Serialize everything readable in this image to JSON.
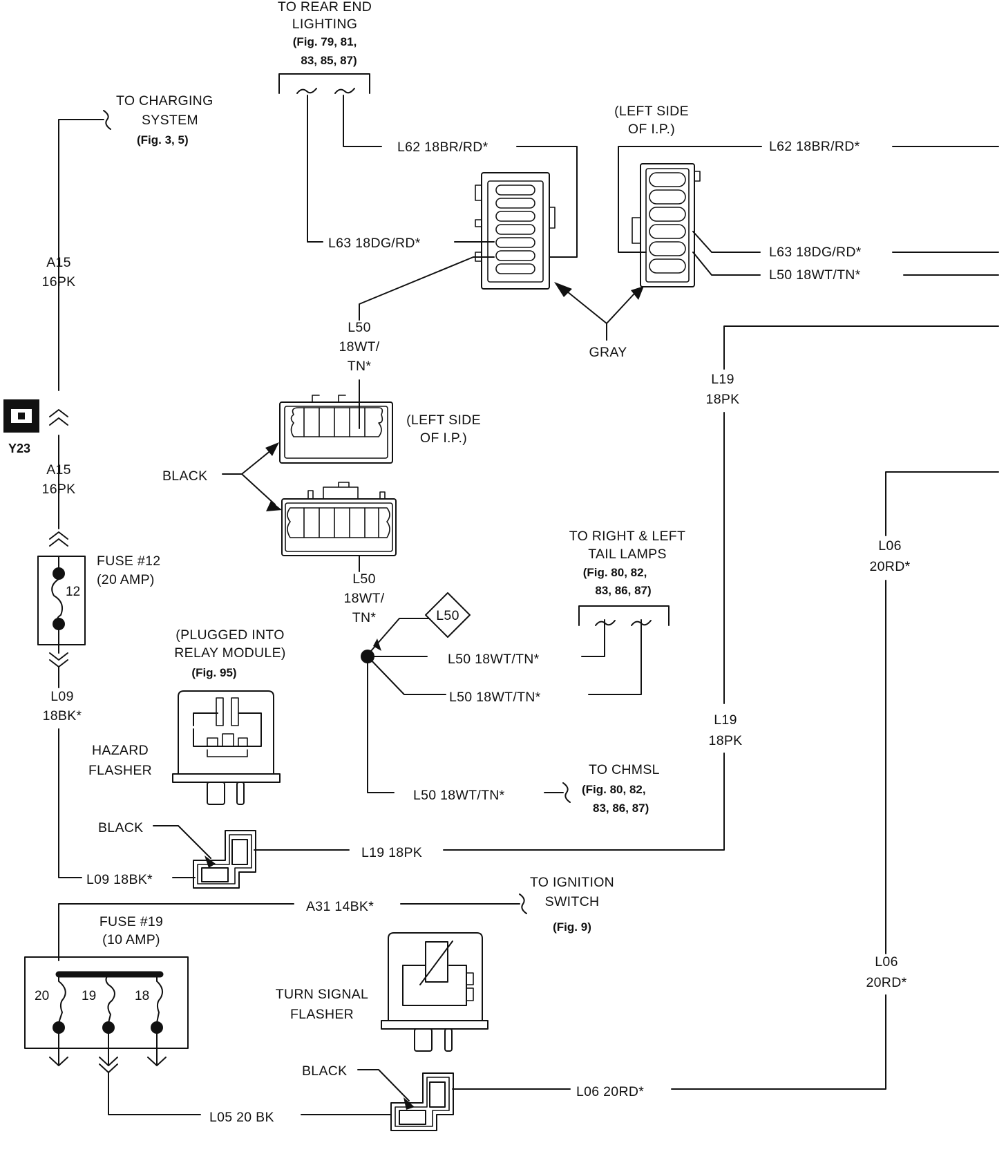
{
  "labels": {
    "rear_end_1": "TO REAR END",
    "rear_end_2": "LIGHTING",
    "rear_end_3": "(Fig. 79, 81,",
    "rear_end_4": "83, 85, 87)",
    "charging_1": "TO CHARGING",
    "charging_2": "SYSTEM",
    "charging_3": "(Fig. 3, 5)",
    "left_ip_top_1": "(LEFT SIDE",
    "left_ip_top_2": "OF I.P.)",
    "l62_left": "L62 18BR/RD*",
    "l62_right": "L62 18BR/RD*",
    "l63_left": "L63 18DG/RD*",
    "l63_right": "L63 18DG/RD*",
    "l50_right": "L50 18WT/TN*",
    "gray": "GRAY",
    "a15_top_1": "A15",
    "a15_top_2": "16PK",
    "a15_bot_1": "A15",
    "a15_bot_2": "16PK",
    "l50_v_1": "L50",
    "l50_v_2": "18WT/",
    "l50_v_3": "TN*",
    "l19_top_1": "L19",
    "l19_top_2": "18PK",
    "splice_id": "Y23",
    "left_ip_mid_1": "(LEFT SIDE",
    "left_ip_mid_2": "OF I.P.)",
    "black_top": "BLACK",
    "fuse12_1": "FUSE #12",
    "fuse12_2": "(20 AMP)",
    "fuse12_pin": "12",
    "l50_v2_1": "L50",
    "l50_v2_2": "18WT/",
    "l50_v2_3": "TN*",
    "l50_diamond": "L50",
    "tail_1": "TO RIGHT & LEFT",
    "tail_2": "TAIL LAMPS",
    "tail_3": "(Fig. 80, 82,",
    "tail_4": "83, 86, 87)",
    "l06_top_1": "L06",
    "l06_top_2": "20RD*",
    "plugged_1": "(PLUGGED INTO",
    "plugged_2": "RELAY MODULE)",
    "plugged_3": "(Fig. 95)",
    "l09_v_1": "L09",
    "l09_v_2": "18BK*",
    "l50_h1": "L50 18WT/TN*",
    "l50_h2": "L50 18WT/TN*",
    "hazard_1": "HAZARD",
    "hazard_2": "FLASHER",
    "l19_mid_1": "L19",
    "l19_mid_2": "18PK",
    "chmsl_1": "TO CHMSL",
    "chmsl_2": "(Fig. 80, 82,",
    "chmsl_3": "83, 86, 87)",
    "l50_h3": "L50 18WT/TN*",
    "black_mid": "BLACK",
    "l19_h": "L19 18PK",
    "l09_h": "L09 18BK*",
    "ign_1": "TO IGNITION",
    "ign_2": "SWITCH",
    "ign_3": "(Fig. 9)",
    "a31": "A31 14BK*",
    "fuse19_1": "FUSE #19",
    "fuse19_2": "(10 AMP)",
    "pin20": "20",
    "pin19": "19",
    "pin18": "18",
    "turn_1": "TURN SIGNAL",
    "turn_2": "FLASHER",
    "l06_bot_1": "L06",
    "l06_bot_2": "20RD*",
    "black_bot": "BLACK",
    "l06_h": "L06 20RD*",
    "l05": "L05 20 BK"
  }
}
